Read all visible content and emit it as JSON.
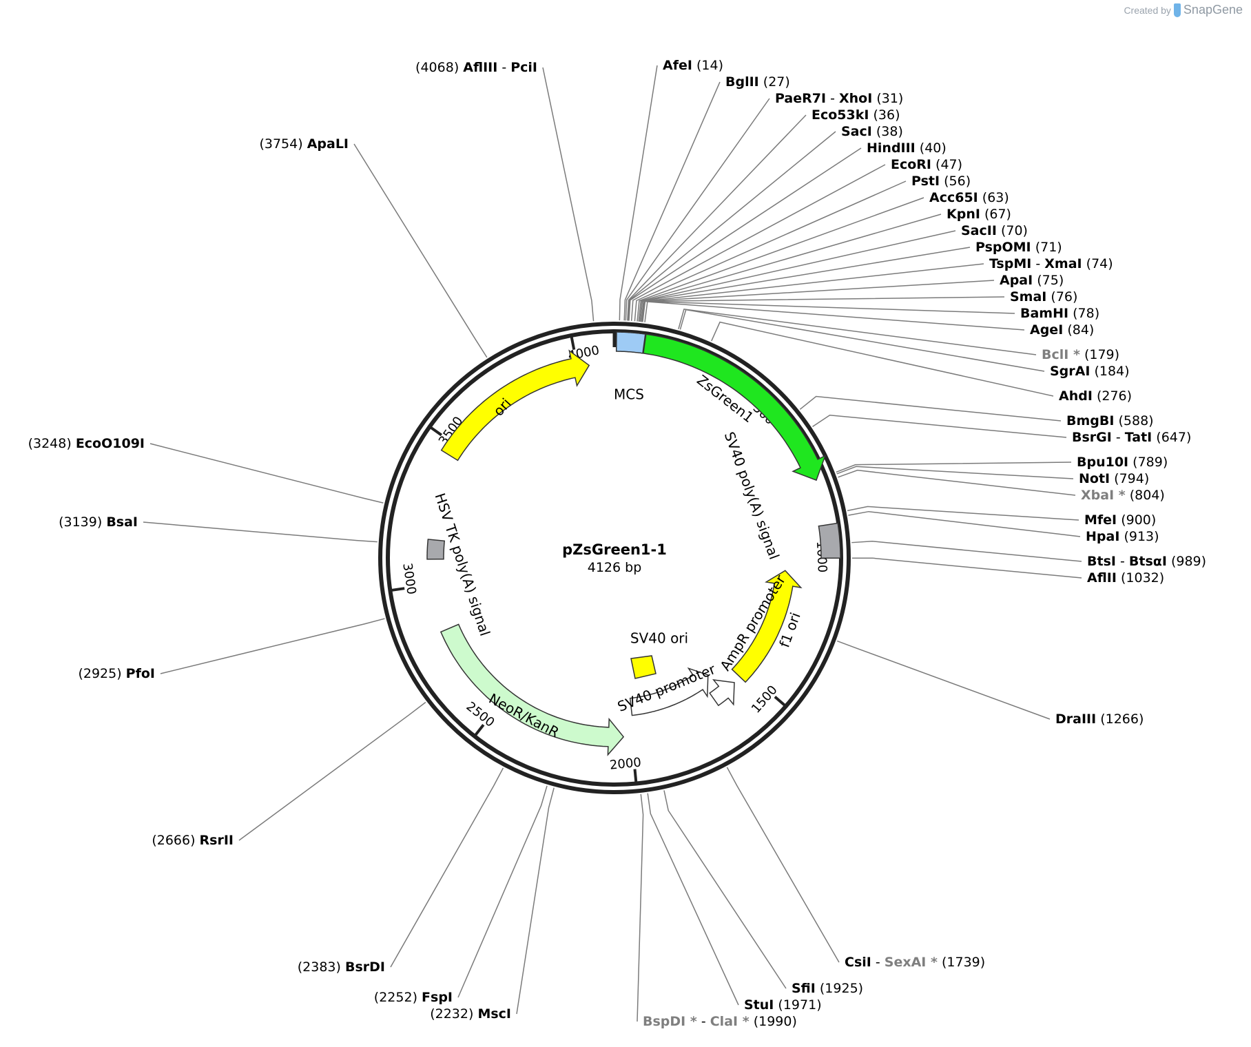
{
  "credit": {
    "prefix": "Created by",
    "brand": "SnapGene",
    "icon": "snapgene-logo-icon"
  },
  "plasmid": {
    "name": "pZsGreen1-1",
    "size_label": "4126 bp"
  },
  "ticks": [
    "500",
    "1000",
    "1500",
    "2000",
    "2500",
    "3000",
    "3500",
    "4000"
  ],
  "features": [
    {
      "label": "MCS",
      "color": "#9ecbf5"
    },
    {
      "label": "ZsGreen1",
      "color": "#1fe61f"
    },
    {
      "label": "SV40 poly(A) signal",
      "color": "#a8a9ad"
    },
    {
      "label": "f1 ori",
      "color": "#ffff00"
    },
    {
      "label": "AmpR promoter",
      "color": "#ffffff"
    },
    {
      "label": "SV40 promoter",
      "color": "#ffffff"
    },
    {
      "label": "SV40 ori",
      "color": "#ffff00"
    },
    {
      "label": "NeoR/KanR",
      "color": "#cdfacd"
    },
    {
      "label": "HSV TK poly(A) signal",
      "color": "#a8a9ad"
    },
    {
      "label": "ori",
      "color": "#ffff00"
    }
  ],
  "sites": [
    {
      "parts": [
        "AfeI"
      ],
      "gray": [
        false
      ],
      "pos": "(14)"
    },
    {
      "parts": [
        "BglII"
      ],
      "gray": [
        false
      ],
      "pos": "(27)"
    },
    {
      "parts": [
        "PaeR7I",
        "XhoI"
      ],
      "gray": [
        false,
        false
      ],
      "pos": "(31)"
    },
    {
      "parts": [
        "Eco53kI"
      ],
      "gray": [
        false
      ],
      "pos": "(36)"
    },
    {
      "parts": [
        "SacI"
      ],
      "gray": [
        false
      ],
      "pos": "(38)"
    },
    {
      "parts": [
        "HindIII"
      ],
      "gray": [
        false
      ],
      "pos": "(40)"
    },
    {
      "parts": [
        "EcoRI"
      ],
      "gray": [
        false
      ],
      "pos": "(47)"
    },
    {
      "parts": [
        "PstI"
      ],
      "gray": [
        false
      ],
      "pos": "(56)"
    },
    {
      "parts": [
        "Acc65I"
      ],
      "gray": [
        false
      ],
      "pos": "(63)"
    },
    {
      "parts": [
        "KpnI"
      ],
      "gray": [
        false
      ],
      "pos": "(67)"
    },
    {
      "parts": [
        "SacII"
      ],
      "gray": [
        false
      ],
      "pos": "(70)"
    },
    {
      "parts": [
        "PspOMI"
      ],
      "gray": [
        false
      ],
      "pos": "(71)"
    },
    {
      "parts": [
        "TspMI",
        "XmaI"
      ],
      "gray": [
        false,
        false
      ],
      "pos": "(74)"
    },
    {
      "parts": [
        "ApaI"
      ],
      "gray": [
        false
      ],
      "pos": "(75)"
    },
    {
      "parts": [
        "SmaI"
      ],
      "gray": [
        false
      ],
      "pos": "(76)"
    },
    {
      "parts": [
        "BamHI"
      ],
      "gray": [
        false
      ],
      "pos": "(78)"
    },
    {
      "parts": [
        "AgeI"
      ],
      "gray": [
        false
      ],
      "pos": "(84)"
    },
    {
      "parts": [
        "BclI *"
      ],
      "gray": [
        true
      ],
      "pos": "(179)"
    },
    {
      "parts": [
        "SgrAI"
      ],
      "gray": [
        false
      ],
      "pos": "(184)"
    },
    {
      "parts": [
        "AhdI"
      ],
      "gray": [
        false
      ],
      "pos": "(276)"
    },
    {
      "parts": [
        "BmgBI"
      ],
      "gray": [
        false
      ],
      "pos": "(588)"
    },
    {
      "parts": [
        "BsrGI",
        "TatI"
      ],
      "gray": [
        false,
        false
      ],
      "pos": "(647)"
    },
    {
      "parts": [
        "Bpu10I"
      ],
      "gray": [
        false
      ],
      "pos": "(789)"
    },
    {
      "parts": [
        "NotI"
      ],
      "gray": [
        false
      ],
      "pos": "(794)"
    },
    {
      "parts": [
        "XbaI *"
      ],
      "gray": [
        true
      ],
      "pos": "(804)"
    },
    {
      "parts": [
        "MfeI"
      ],
      "gray": [
        false
      ],
      "pos": "(900)"
    },
    {
      "parts": [
        "HpaI"
      ],
      "gray": [
        false
      ],
      "pos": "(913)"
    },
    {
      "parts": [
        "BtsI",
        "BtsαI"
      ],
      "gray": [
        false,
        false
      ],
      "pos": "(989)"
    },
    {
      "parts": [
        "AflII"
      ],
      "gray": [
        false
      ],
      "pos": "(1032)"
    },
    {
      "parts": [
        "DraIII"
      ],
      "gray": [
        false
      ],
      "pos": "(1266)"
    },
    {
      "parts": [
        "CsiI",
        "SexAI *"
      ],
      "gray": [
        false,
        true
      ],
      "pos": "(1739)"
    },
    {
      "parts": [
        "SfiI"
      ],
      "gray": [
        false
      ],
      "pos": "(1925)"
    },
    {
      "parts": [
        "StuI"
      ],
      "gray": [
        false
      ],
      "pos": "(1971)"
    },
    {
      "parts": [
        "BspDI *",
        "ClaI *"
      ],
      "gray": [
        true,
        true
      ],
      "pos": "(1990)"
    },
    {
      "parts": [
        "MscI"
      ],
      "gray": [
        false
      ],
      "pos": "(2232)"
    },
    {
      "parts": [
        "FspI"
      ],
      "gray": [
        false
      ],
      "pos": "(2252)"
    },
    {
      "parts": [
        "BsrDI"
      ],
      "gray": [
        false
      ],
      "pos": "(2383)"
    },
    {
      "parts": [
        "RsrII"
      ],
      "gray": [
        false
      ],
      "pos": "(2666)"
    },
    {
      "parts": [
        "PfoI"
      ],
      "gray": [
        false
      ],
      "pos": "(2925)"
    },
    {
      "parts": [
        "BsaI"
      ],
      "gray": [
        false
      ],
      "pos": "(3139)"
    },
    {
      "parts": [
        "EcoO109I"
      ],
      "gray": [
        false
      ],
      "pos": "(3248)"
    },
    {
      "parts": [
        "ApaLI"
      ],
      "gray": [
        false
      ],
      "pos": "(3754)"
    },
    {
      "parts": [
        "AflIII",
        "PciI"
      ],
      "gray": [
        false,
        false
      ],
      "pos": "(4068)"
    }
  ]
}
